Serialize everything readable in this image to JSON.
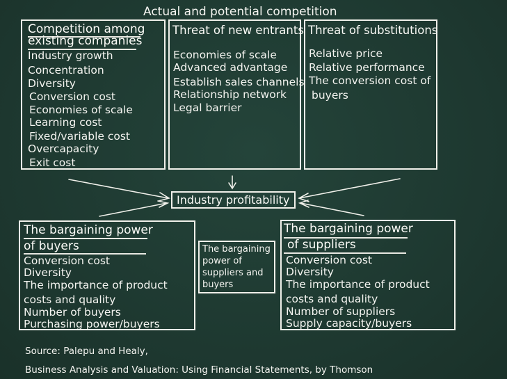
{
  "header": {
    "title": "Actual and potential competition"
  },
  "boxes": {
    "competition": {
      "title_line1": "Competition among",
      "title_line2": "existing companies",
      "items": [
        "Industry growth",
        "Concentration",
        "Diversity",
        "Conversion cost",
        "Economies of scale",
        "Learning cost",
        "Fixed/variable cost",
        "Overcapacity",
        "Exit cost"
      ]
    },
    "new_entrants": {
      "title": "Threat of new entrants",
      "items": [
        "Economies of scale",
        "Advanced advantage",
        "Establish sales channels",
        "Relationship network",
        "Legal barrier"
      ]
    },
    "substitutions": {
      "title": "Threat of substitutions",
      "items": [
        "Relative price",
        "Relative performance",
        "The conversion cost of",
        "buyers"
      ]
    },
    "profitability": {
      "label": "Industry profitability"
    },
    "buyers": {
      "title_line1": "The bargaining power",
      "title_line2": "of buyers",
      "items": [
        "Conversion cost",
        "Diversity",
        "The importance of product",
        "costs and quality",
        "Number of buyers",
        "Purchasing power/buyers"
      ]
    },
    "middle": {
      "lines": [
        "The bargaining",
        "power of",
        "suppliers and",
        "buyers"
      ]
    },
    "suppliers": {
      "title_line1": "The bargaining power",
      "title_line2": "of suppliers",
      "items": [
        "Conversion cost",
        "Diversity",
        "The importance of product",
        "costs and quality",
        "Number of suppliers",
        "Supply capacity/buyers"
      ]
    }
  },
  "source": {
    "line1": "Source: Palepu and Healy,",
    "line2": "Business Analysis and Valuation: Using Financial Statements, by Thomson"
  }
}
